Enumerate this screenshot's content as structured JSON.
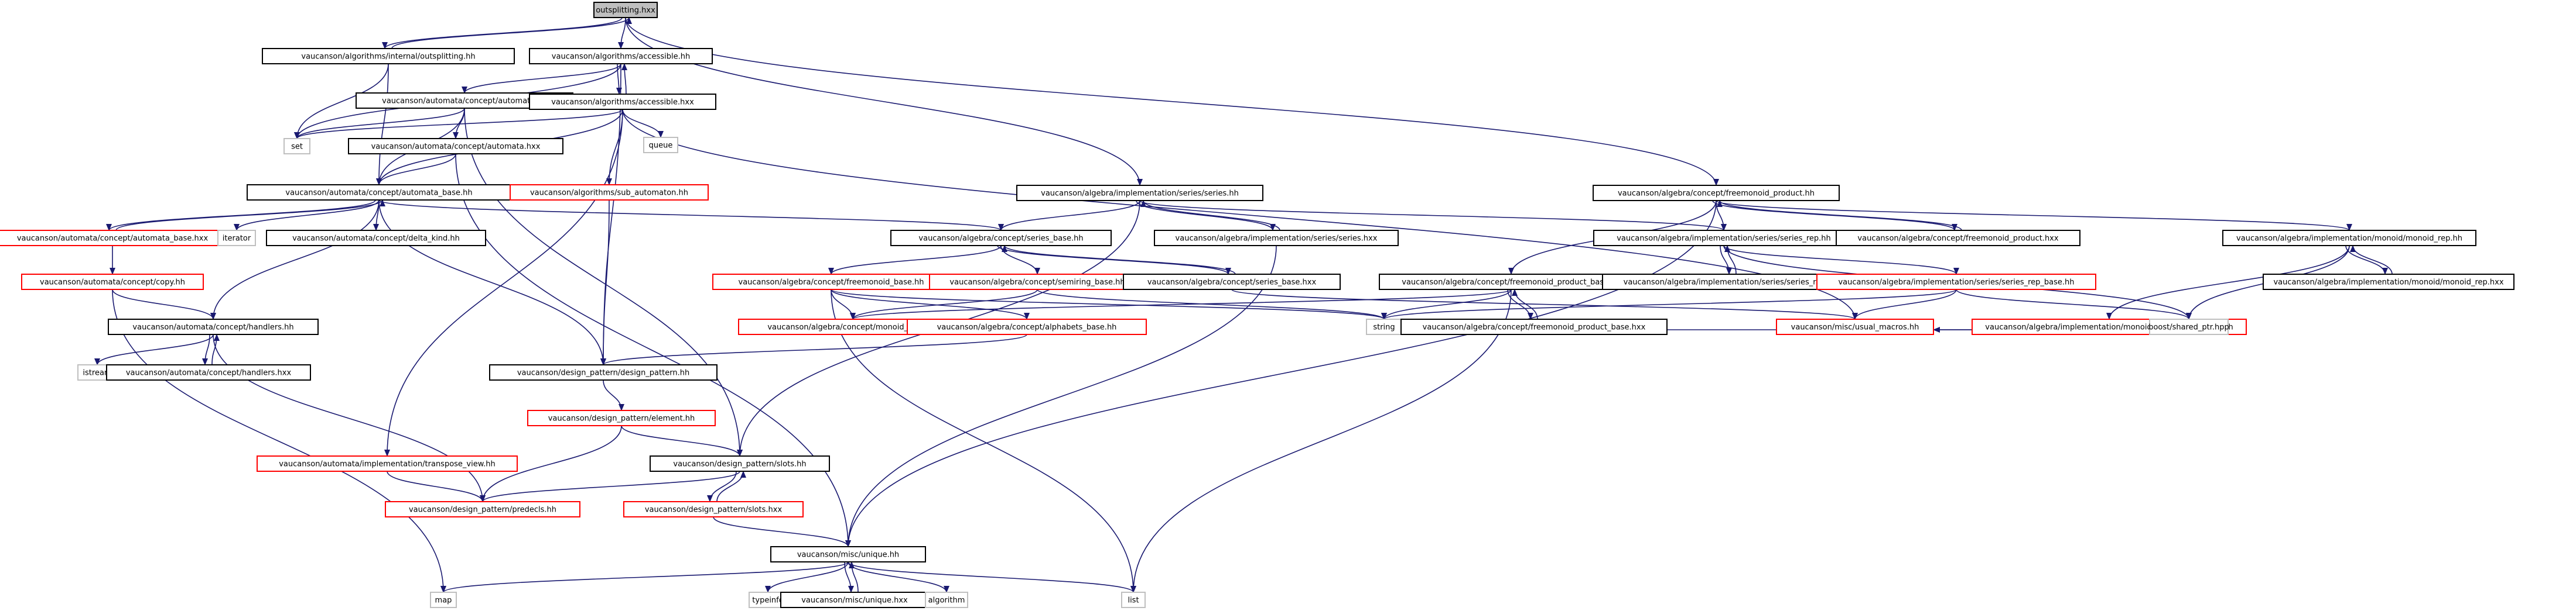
{
  "colors": {
    "edge": "#191970",
    "root_fill": "#bfbfbf",
    "border_black": "#000000",
    "border_red": "#ff0000",
    "border_gray": "#bfbfbf",
    "text": "#000000"
  },
  "legend_note": "",
  "nodes": [
    {
      "id": "root",
      "label": "outsplitting.hxx",
      "style": "root"
    },
    {
      "id": "internal_outsplitting",
      "label": "vaucanson/algorithms/internal/outsplitting.hh",
      "style": "black"
    },
    {
      "id": "accessible_hh",
      "label": "vaucanson/algorithms/accessible.hh",
      "style": "black"
    },
    {
      "id": "series_hh",
      "label": "vaucanson/algebra/implementation/series/series.hh",
      "style": "black"
    },
    {
      "id": "freemonoid_product_hh",
      "label": "vaucanson/algebra/concept/freemonoid_product.hh",
      "style": "black"
    },
    {
      "id": "automata_hh",
      "label": "vaucanson/automata/concept/automata.hh",
      "style": "black"
    },
    {
      "id": "accessible_hxx",
      "label": "vaucanson/algorithms/accessible.hxx",
      "style": "black"
    },
    {
      "id": "set",
      "label": "set",
      "style": "gray"
    },
    {
      "id": "automata_hxx",
      "label": "vaucanson/automata/concept/automata.hxx",
      "style": "black"
    },
    {
      "id": "queue",
      "label": "queue",
      "style": "gray"
    },
    {
      "id": "automata_base_hh",
      "label": "vaucanson/automata/concept/automata_base.hh",
      "style": "black"
    },
    {
      "id": "sub_automaton",
      "label": "vaucanson/algorithms/sub_automaton.hh",
      "style": "red"
    },
    {
      "id": "automata_base_hxx",
      "label": "vaucanson/automata/concept/automata_base.hxx",
      "style": "red"
    },
    {
      "id": "iterator",
      "label": "iterator",
      "style": "gray"
    },
    {
      "id": "delta_kind",
      "label": "vaucanson/automata/concept/delta_kind.hh",
      "style": "black"
    },
    {
      "id": "copy_hh",
      "label": "vaucanson/automata/concept/copy.hh",
      "style": "red"
    },
    {
      "id": "handlers_hh",
      "label": "vaucanson/automata/concept/handlers.hh",
      "style": "black"
    },
    {
      "id": "istream",
      "label": "istream",
      "style": "gray"
    },
    {
      "id": "handlers_hxx",
      "label": "vaucanson/automata/concept/handlers.hxx",
      "style": "black"
    },
    {
      "id": "transpose_view",
      "label": "vaucanson/automata/implementation/transpose_view.hh",
      "style": "red"
    },
    {
      "id": "predecls",
      "label": "vaucanson/design_pattern/predecls.hh",
      "style": "red"
    },
    {
      "id": "series_base_hh",
      "label": "vaucanson/algebra/concept/series_base.hh",
      "style": "black"
    },
    {
      "id": "series_hxx",
      "label": "vaucanson/algebra/implementation/series/series.hxx",
      "style": "black"
    },
    {
      "id": "freemonoid_base",
      "label": "vaucanson/algebra/concept/freemonoid_base.hh",
      "style": "red"
    },
    {
      "id": "semiring_base",
      "label": "vaucanson/algebra/concept/semiring_base.hh",
      "style": "red"
    },
    {
      "id": "series_base_hxx",
      "label": "vaucanson/algebra/concept/series_base.hxx",
      "style": "black"
    },
    {
      "id": "monoid_base",
      "label": "vaucanson/algebra/concept/monoid_base.hh",
      "style": "red"
    },
    {
      "id": "alphabets_base",
      "label": "vaucanson/algebra/concept/alphabets_base.hh",
      "style": "red"
    },
    {
      "id": "design_pattern",
      "label": "vaucanson/design_pattern/design_pattern.hh",
      "style": "black"
    },
    {
      "id": "element_hh",
      "label": "vaucanson/design_pattern/element.hh",
      "style": "red"
    },
    {
      "id": "slots_hh",
      "label": "vaucanson/design_pattern/slots.hh",
      "style": "black"
    },
    {
      "id": "slots_hxx",
      "label": "vaucanson/design_pattern/slots.hxx",
      "style": "red"
    },
    {
      "id": "unique_hh",
      "label": "vaucanson/misc/unique.hh",
      "style": "black"
    },
    {
      "id": "map",
      "label": "map",
      "style": "gray"
    },
    {
      "id": "typeinfo",
      "label": "typeinfo",
      "style": "gray"
    },
    {
      "id": "unique_hxx",
      "label": "vaucanson/misc/unique.hxx",
      "style": "black"
    },
    {
      "id": "algorithm",
      "label": "algorithm",
      "style": "gray"
    },
    {
      "id": "list",
      "label": "list",
      "style": "gray"
    },
    {
      "id": "string",
      "label": "string",
      "style": "gray"
    },
    {
      "id": "freemonoid_product_base_hh",
      "label": "vaucanson/algebra/concept/freemonoid_product_base.hh",
      "style": "black"
    },
    {
      "id": "freemonoid_product_base_hxx",
      "label": "vaucanson/algebra/concept/freemonoid_product_base.hxx",
      "style": "black"
    },
    {
      "id": "series_rep_hh",
      "label": "vaucanson/algebra/implementation/series/series_rep.hh",
      "style": "black"
    },
    {
      "id": "series_rep_hxx",
      "label": "vaucanson/algebra/implementation/series/series_rep.hxx",
      "style": "black"
    },
    {
      "id": "series_rep_base",
      "label": "vaucanson/algebra/implementation/series/series_rep_base.hh",
      "style": "red"
    },
    {
      "id": "freemonoid_product_hxx",
      "label": "vaucanson/algebra/concept/freemonoid_product.hxx",
      "style": "black"
    },
    {
      "id": "monoid_rep_hh",
      "label": "vaucanson/algebra/implementation/monoid/monoid_rep.hh",
      "style": "black"
    },
    {
      "id": "monoid_rep_base",
      "label": "vaucanson/algebra/implementation/monoid/monoid_rep_base.hh",
      "style": "red"
    },
    {
      "id": "monoid_rep_hxx",
      "label": "vaucanson/algebra/implementation/monoid/monoid_rep.hxx",
      "style": "black"
    },
    {
      "id": "usual_macros",
      "label": "vaucanson/misc/usual_macros.hh",
      "style": "red"
    },
    {
      "id": "shared_ptr",
      "label": "boost/shared_ptr.hpp",
      "style": "gray"
    }
  ],
  "edges": [
    [
      "root",
      "internal_outsplitting"
    ],
    [
      "root",
      "accessible_hh"
    ],
    [
      "root",
      "series_hh"
    ],
    [
      "root",
      "freemonoid_product_hh"
    ],
    [
      "internal_outsplitting",
      "root"
    ],
    [
      "internal_outsplitting",
      "set"
    ],
    [
      "internal_outsplitting",
      "automata_base_hh"
    ],
    [
      "accessible_hh",
      "automata_hh"
    ],
    [
      "accessible_hh",
      "set"
    ],
    [
      "accessible_hh",
      "accessible_hxx"
    ],
    [
      "accessible_hh",
      "design_pattern"
    ],
    [
      "accessible_hxx",
      "accessible_hh"
    ],
    [
      "accessible_hxx",
      "set"
    ],
    [
      "accessible_hxx",
      "queue"
    ],
    [
      "accessible_hxx",
      "sub_automaton"
    ],
    [
      "accessible_hxx",
      "automata_base_hh"
    ],
    [
      "accessible_hxx",
      "transpose_view"
    ],
    [
      "accessible_hxx",
      "usual_macros"
    ],
    [
      "automata_hh",
      "automata_hxx"
    ],
    [
      "automata_hh",
      "automata_base_hh"
    ],
    [
      "automata_hh",
      "set"
    ],
    [
      "automata_hh",
      "slots_hh"
    ],
    [
      "automata_hxx",
      "automata_base_hh"
    ],
    [
      "automata_hxx",
      "unique_hh"
    ],
    [
      "automata_base_hh",
      "automata_base_hxx"
    ],
    [
      "automata_base_hh",
      "iterator"
    ],
    [
      "automata_base_hh",
      "delta_kind"
    ],
    [
      "automata_base_hh",
      "handlers_hh"
    ],
    [
      "automata_base_hh",
      "design_pattern"
    ],
    [
      "automata_base_hh",
      "series_base_hh"
    ],
    [
      "automata_base_hxx",
      "automata_base_hh"
    ],
    [
      "automata_base_hxx",
      "copy_hh"
    ],
    [
      "copy_hh",
      "handlers_hh"
    ],
    [
      "copy_hh",
      "map"
    ],
    [
      "handlers_hh",
      "istream"
    ],
    [
      "handlers_hh",
      "handlers_hxx"
    ],
    [
      "handlers_hh",
      "predecls"
    ],
    [
      "handlers_hxx",
      "handlers_hh"
    ],
    [
      "sub_automaton",
      "design_pattern"
    ],
    [
      "transpose_view",
      "predecls"
    ],
    [
      "design_pattern",
      "element_hh"
    ],
    [
      "element_hh",
      "slots_hh"
    ],
    [
      "element_hh",
      "predecls"
    ],
    [
      "slots_hh",
      "predecls"
    ],
    [
      "slots_hh",
      "slots_hxx"
    ],
    [
      "slots_hxx",
      "slots_hh"
    ],
    [
      "slots_hxx",
      "unique_hh"
    ],
    [
      "unique_hh",
      "map"
    ],
    [
      "unique_hh",
      "typeinfo"
    ],
    [
      "unique_hh",
      "unique_hxx"
    ],
    [
      "unique_hh",
      "algorithm"
    ],
    [
      "unique_hh",
      "list"
    ],
    [
      "unique_hxx",
      "unique_hh"
    ],
    [
      "series_hh",
      "series_base_hh"
    ],
    [
      "series_hh",
      "series_hxx"
    ],
    [
      "series_hh",
      "series_rep_hh"
    ],
    [
      "series_hh",
      "slots_hh"
    ],
    [
      "series_hxx",
      "series_hh"
    ],
    [
      "series_hxx",
      "unique_hh"
    ],
    [
      "series_base_hh",
      "freemonoid_base"
    ],
    [
      "series_base_hh",
      "semiring_base"
    ],
    [
      "series_base_hh",
      "series_base_hxx"
    ],
    [
      "series_base_hxx",
      "series_base_hh"
    ],
    [
      "series_base_hxx",
      "usual_macros"
    ],
    [
      "freemonoid_base",
      "monoid_base"
    ],
    [
      "freemonoid_base",
      "alphabets_base"
    ],
    [
      "freemonoid_base",
      "string"
    ],
    [
      "freemonoid_base",
      "list"
    ],
    [
      "semiring_base",
      "monoid_base"
    ],
    [
      "semiring_base",
      "string"
    ],
    [
      "alphabets_base",
      "design_pattern"
    ],
    [
      "freemonoid_product_hh",
      "freemonoid_product_base_hh"
    ],
    [
      "freemonoid_product_hh",
      "series_rep_hh"
    ],
    [
      "freemonoid_product_hh",
      "freemonoid_product_hxx"
    ],
    [
      "freemonoid_product_hh",
      "monoid_rep_hh"
    ],
    [
      "freemonoid_product_hh",
      "unique_hh"
    ],
    [
      "freemonoid_product_hxx",
      "freemonoid_product_hh"
    ],
    [
      "freemonoid_product_base_hh",
      "monoid_base"
    ],
    [
      "freemonoid_product_base_hh",
      "string"
    ],
    [
      "freemonoid_product_base_hh",
      "freemonoid_product_base_hxx"
    ],
    [
      "freemonoid_product_base_hh",
      "list"
    ],
    [
      "freemonoid_product_base_hxx",
      "freemonoid_product_base_hh"
    ],
    [
      "series_rep_hh",
      "series_rep_hxx"
    ],
    [
      "series_rep_hh",
      "series_rep_base"
    ],
    [
      "series_rep_hh",
      "shared_ptr"
    ],
    [
      "series_rep_hxx",
      "series_rep_hh"
    ],
    [
      "series_rep_base",
      "string"
    ],
    [
      "series_rep_base",
      "usual_macros"
    ],
    [
      "series_rep_base",
      "shared_ptr"
    ],
    [
      "monoid_rep_hh",
      "monoid_rep_base"
    ],
    [
      "monoid_rep_hh",
      "monoid_rep_hxx"
    ],
    [
      "monoid_rep_hh",
      "shared_ptr"
    ],
    [
      "monoid_rep_hxx",
      "monoid_rep_hh"
    ],
    [
      "monoid_rep_base",
      "string"
    ],
    [
      "monoid_rep_base",
      "usual_macros"
    ],
    [
      "monoid_rep_base",
      "shared_ptr"
    ]
  ]
}
